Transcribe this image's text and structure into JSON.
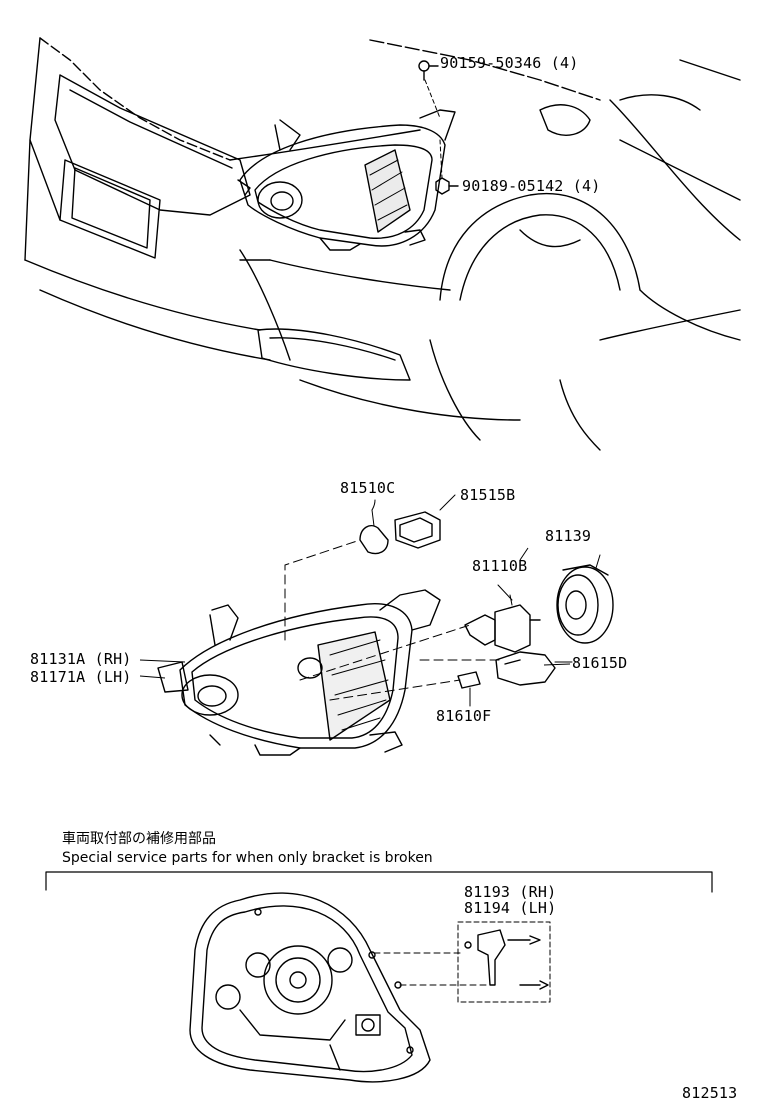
{
  "labels": {
    "bolt_1": "90159-50346 (4)",
    "nut_1": "90189-05142 (4)",
    "bulb_81510c": "81510C",
    "socket_81515b": "81515B",
    "cover_81139": "81139",
    "bulb_81110b": "81110B",
    "unit_rh": "81131A (RH)",
    "unit_lh": "81171A (LH)",
    "socket_81615d": "81615D",
    "bulb_81610f": "81610F",
    "bracket_rh": "81193 (RH)",
    "bracket_lh": "81194 (LH)"
  },
  "note": {
    "japanese": "車両取付部の補修用部品",
    "english": "Special  service  parts  for  when  only  bracket  is  broken"
  },
  "diagram_id": "812513"
}
